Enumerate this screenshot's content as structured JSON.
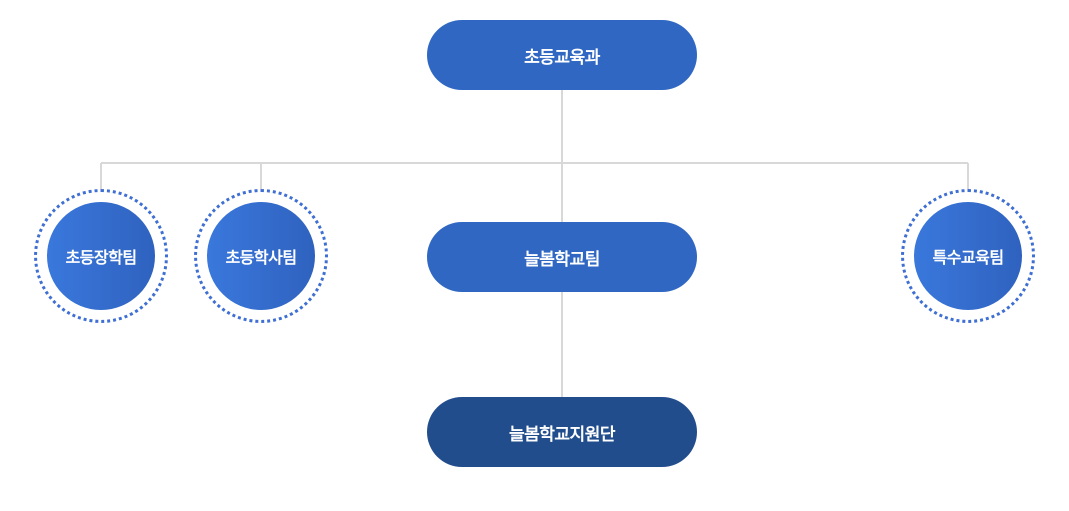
{
  "org_chart": {
    "root": {
      "label": "초등교육과"
    },
    "teams": [
      {
        "label": "초등장학팀"
      },
      {
        "label": "초등학사팀"
      },
      {
        "label": "늘봄학교팀"
      },
      {
        "label": "특수교육팀"
      }
    ],
    "sub_unit": {
      "label": "늘봄학교지원단"
    }
  },
  "colors": {
    "node_blue": "#2f67c2",
    "node_dark_blue": "#224d8c",
    "connector_gray": "#d8d8d8",
    "dotted_ring": "#3f6fd3"
  }
}
